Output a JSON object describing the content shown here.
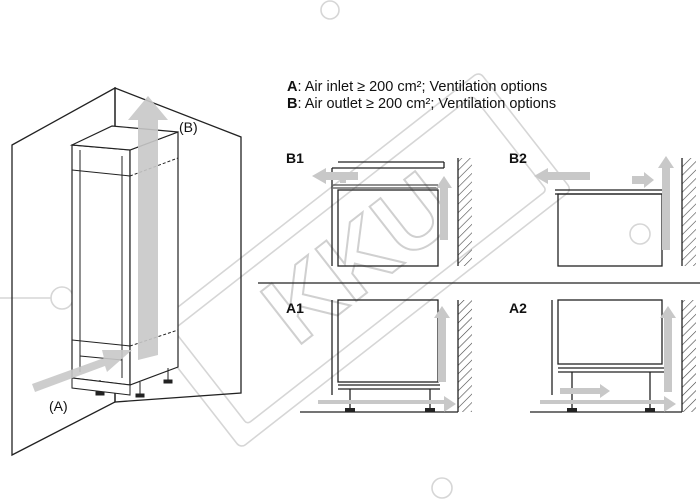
{
  "legend": {
    "a_key": "A",
    "a_text": ": Air inlet ≥ 200 cm²; Ventilation options",
    "b_key": "B",
    "b_text": ": Air outlet ≥ 200 cm²; Ventilation options"
  },
  "callouts": {
    "top": "(B)",
    "bottom": "(A)"
  },
  "panels": {
    "b1": "B1",
    "b2": "B2",
    "a1": "A1",
    "a2": "A2"
  },
  "watermark": "KKU",
  "colors": {
    "line": "#222222",
    "arrow": "#c8c8c8",
    "hatch": "#444444",
    "watermark": "#d9d9d9"
  }
}
